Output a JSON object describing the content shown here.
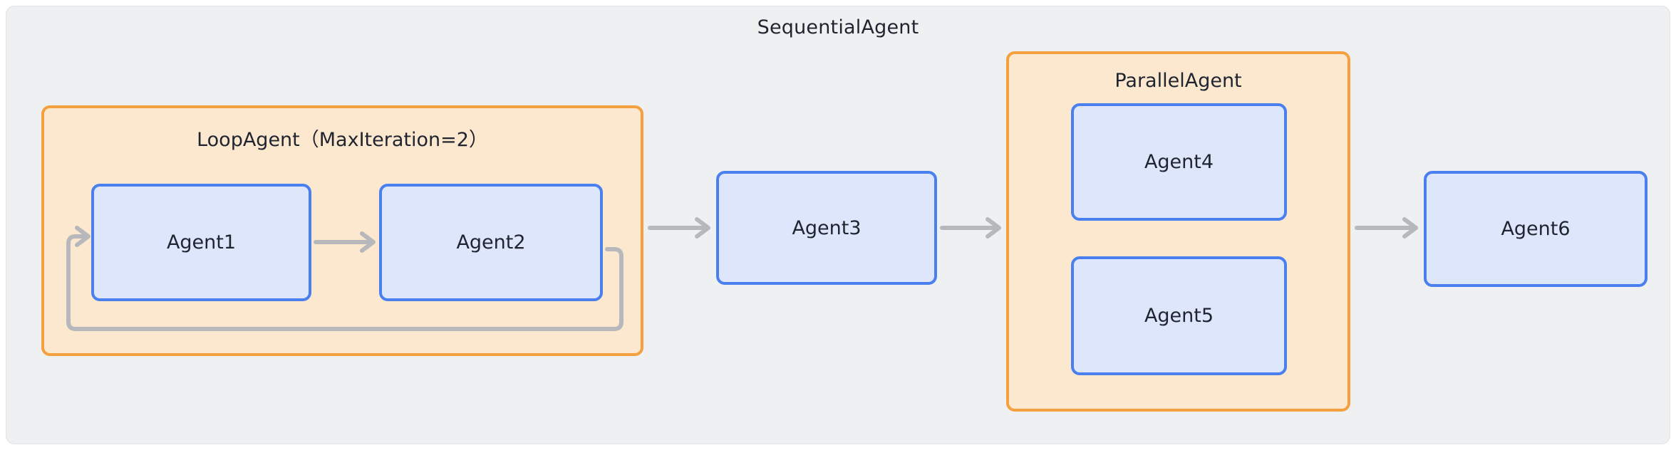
{
  "diagram": {
    "title": "SequentialAgent",
    "background_color": "#eef0f2",
    "group_border_color": "#f4a03e",
    "group_fill_color": "#fce8ce",
    "node_border_color": "#4a7ff0",
    "node_fill_color": "#dee6fb",
    "edge_color": "#b6b8bb",
    "text_color": "#1f2430"
  },
  "groups": {
    "loop": {
      "label": "LoopAgent（MaxIteration=2）",
      "type": "LoopAgent",
      "max_iteration": "2"
    },
    "parallel": {
      "label": "ParallelAgent",
      "type": "ParallelAgent"
    }
  },
  "nodes": {
    "agent1": {
      "label": "Agent1"
    },
    "agent2": {
      "label": "Agent2"
    },
    "agent3": {
      "label": "Agent3"
    },
    "agent4": {
      "label": "Agent4"
    },
    "agent5": {
      "label": "Agent5"
    },
    "agent6": {
      "label": "Agent6"
    }
  },
  "edges": [
    {
      "from": "Agent1",
      "to": "Agent2",
      "kind": "forward"
    },
    {
      "from": "LoopAgent",
      "to": "Agent3",
      "kind": "forward"
    },
    {
      "from": "Agent3",
      "to": "ParallelAgent",
      "kind": "forward"
    },
    {
      "from": "ParallelAgent",
      "to": "Agent6",
      "kind": "forward"
    },
    {
      "from": "Agent2",
      "to": "Agent1",
      "kind": "loop-back"
    }
  ]
}
